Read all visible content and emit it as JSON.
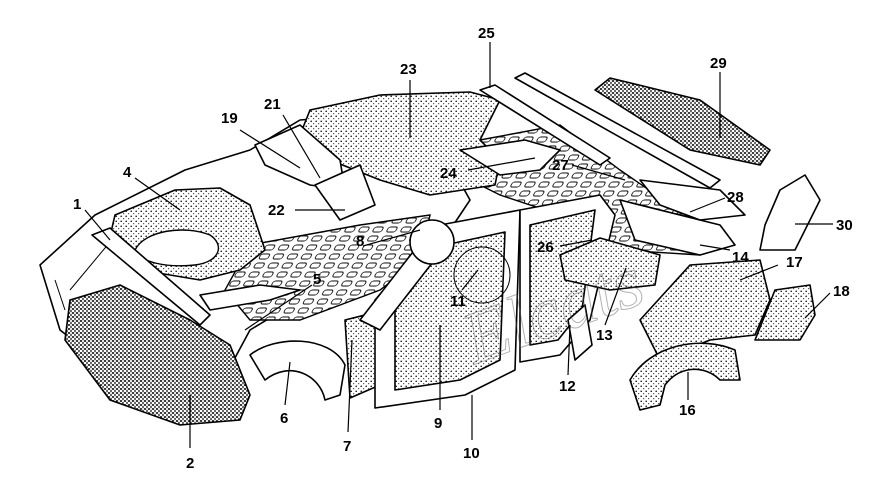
{
  "watermark": "Elcats",
  "callouts": [
    {
      "id": "c1",
      "label": "1"
    },
    {
      "id": "c2",
      "label": "2"
    },
    {
      "id": "c4",
      "label": "4"
    },
    {
      "id": "c5",
      "label": "5"
    },
    {
      "id": "c6",
      "label": "6"
    },
    {
      "id": "c7",
      "label": "7"
    },
    {
      "id": "c8",
      "label": "8"
    },
    {
      "id": "c9",
      "label": "9"
    },
    {
      "id": "c10",
      "label": "10"
    },
    {
      "id": "c11",
      "label": "11"
    },
    {
      "id": "c12",
      "label": "12"
    },
    {
      "id": "c13",
      "label": "13"
    },
    {
      "id": "c14",
      "label": "14"
    },
    {
      "id": "c16",
      "label": "16"
    },
    {
      "id": "c17",
      "label": "17"
    },
    {
      "id": "c18",
      "label": "18"
    },
    {
      "id": "c19",
      "label": "19"
    },
    {
      "id": "c21",
      "label": "21"
    },
    {
      "id": "c22",
      "label": "22"
    },
    {
      "id": "c23",
      "label": "23"
    },
    {
      "id": "c24",
      "label": "24"
    },
    {
      "id": "c25",
      "label": "25"
    },
    {
      "id": "c26",
      "label": "26"
    },
    {
      "id": "c27",
      "label": "27"
    },
    {
      "id": "c28",
      "label": "28"
    },
    {
      "id": "c29",
      "label": "29"
    },
    {
      "id": "c30",
      "label": "30"
    }
  ]
}
